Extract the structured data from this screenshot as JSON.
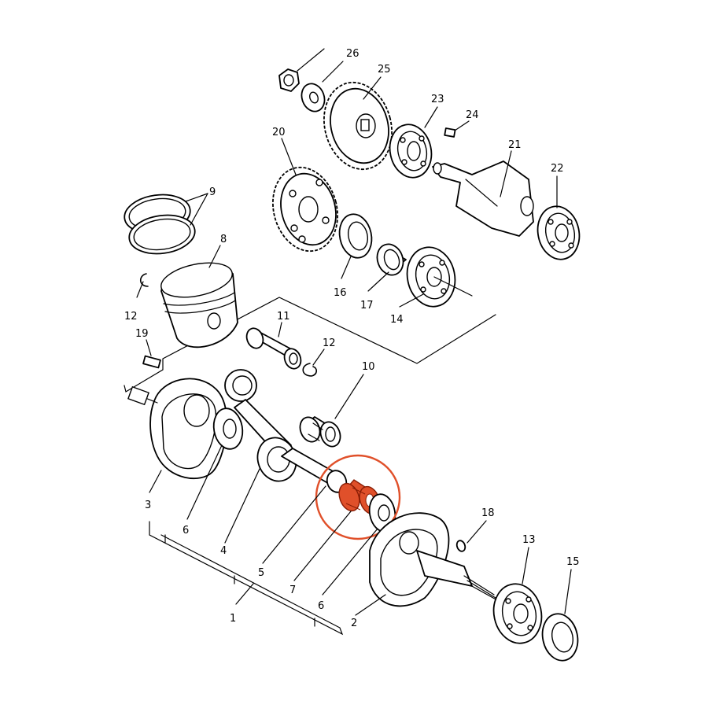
{
  "diagram": {
    "colors": {
      "line": "#000000",
      "highlight_fill": "#e0502a",
      "highlight_ring": "#e0502a"
    },
    "callouts": [
      {
        "id": "n1",
        "text": "1"
      },
      {
        "id": "n2",
        "text": "2"
      },
      {
        "id": "n3",
        "text": "3"
      },
      {
        "id": "n4",
        "text": "4"
      },
      {
        "id": "n5",
        "text": "5"
      },
      {
        "id": "n6a",
        "text": "6"
      },
      {
        "id": "n6b",
        "text": "6"
      },
      {
        "id": "n7",
        "text": "7"
      },
      {
        "id": "n8",
        "text": "8"
      },
      {
        "id": "n9",
        "text": "9"
      },
      {
        "id": "n10",
        "text": "10"
      },
      {
        "id": "n11",
        "text": "11"
      },
      {
        "id": "n12a",
        "text": "12"
      },
      {
        "id": "n12b",
        "text": "12"
      },
      {
        "id": "n13",
        "text": "13"
      },
      {
        "id": "n14",
        "text": "14"
      },
      {
        "id": "n15",
        "text": "15"
      },
      {
        "id": "n16",
        "text": "16"
      },
      {
        "id": "n17",
        "text": "17"
      },
      {
        "id": "n18",
        "text": "18"
      },
      {
        "id": "n19",
        "text": "19"
      },
      {
        "id": "n21",
        "text": "21"
      },
      {
        "id": "n22",
        "text": "22"
      },
      {
        "id": "n23",
        "text": "23"
      },
      {
        "id": "n24",
        "text": "24"
      },
      {
        "id": "n25",
        "text": "25"
      },
      {
        "id": "n26",
        "text": "26"
      },
      {
        "id": "n20",
        "text": "20"
      }
    ],
    "highlighted_part": "7"
  }
}
